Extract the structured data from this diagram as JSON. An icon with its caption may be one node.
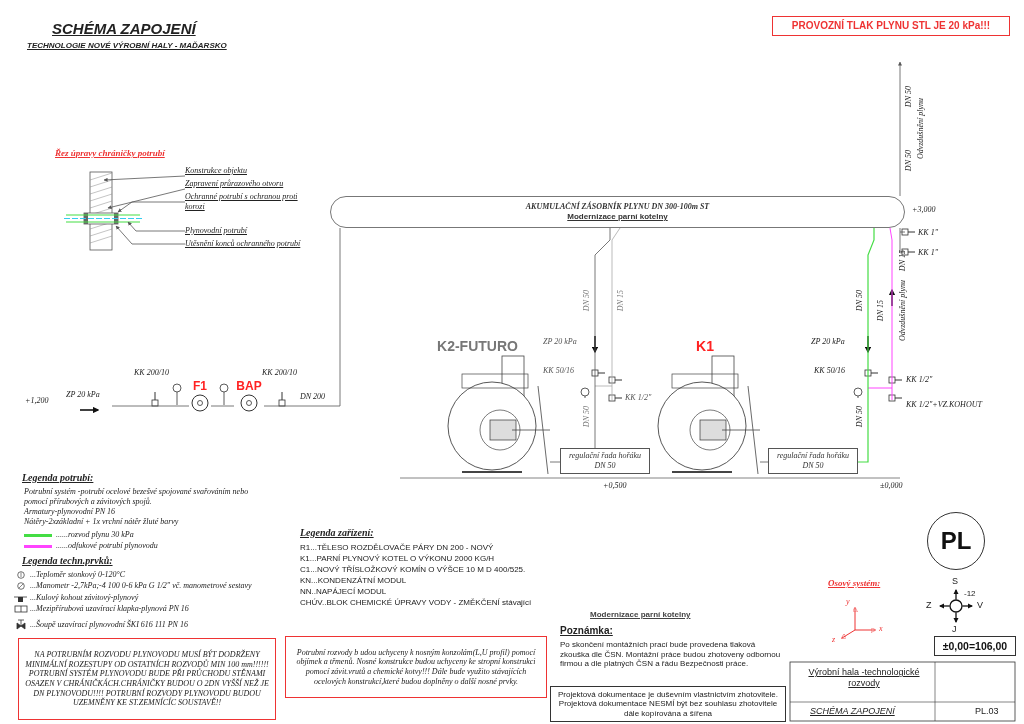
{
  "diagram": {
    "title": "SCHÉMA ZAPOJENÍ",
    "nodes": [
      {
        "text": [
          "PROVOZNÍ TLAK PLYNU STL JE 20 kPa!!!"
        ]
      },
      {
        "text": [
          "Konstrukce objektu"
        ]
      },
      {
        "text": [
          "Zapravení průrazového otvoru"
        ]
      },
      {
        "text": [
          "Ochranné potrubí s ochranou proti korozi"
        ]
      },
      {
        "text": [
          "Plynovodní potrubí"
        ]
      },
      {
        "text": [
          "Utěsnění konců ochranného potrubí"
        ]
      },
      {
        "text": [
          "F1"
        ]
      },
      {
        "text": [
          "BAP"
        ]
      },
      {
        "text": [
          "AKUMULAČNÍ ZÁSOBNÍK PLYNU DN 300-100m ST",
          "Modernizace parní kotelny"
        ]
      },
      {
        "text": [
          "K2-FUTURO"
        ]
      },
      {
        "text": [
          "regulační řada hořáku DN 50"
        ]
      },
      {
        "text": [
          "K1"
        ]
      },
      {
        "text": [
          "regulační řada hořáku DN 50"
        ]
      },
      {
        "text": [
          "PL"
        ]
      },
      {
        "text": [
          "±0,00=106,00"
        ]
      },
      {
        "text": [
          "NA POTRUBNÍM ROZVODU PLYNOVODU MUSÍ BÝT DODRŽENY MINIMÁLNÍ ROZESTUPY OD OSTATNÍCH ROZVODŮ MIN 100 mm!!!!!! POTRUBNÍ SYSTÉM PLYNOVODU BUDE PŘI PRŮCHODU STĚNAMI OSAZEN V CHRÁNIČKÁCH.CHRÁNIČKY BUDOU O 2DN VYŠŠÍ NEŽ JE DN PLYNOVODU!!!! POTRUBNÍ ROZVODY PLYNOVODU BUDOU UZEMNĚNY KE ST.ZEMNÍCÍC SOUSTAVĚ!!"
        ]
      },
      {
        "text": [
          "Potrubní rozvody b udou uchyceny k nosným konzolám(L,U profil) pomocí objímek a třmenů. Nosné konstrukce budou uchyceny ke stropní konstrukci pomocí závit.vrutů a chemické kotvy!!! Dále bude využito stávajících ocelových konstrukcí,které budou doplněny o další nosné prvky."
        ]
      },
      {
        "text": [
          "Projektová dokumentace je duševním vlastnictvím zhotovitele. Projektová dokumentace NESMÍ být bez souhlasu zhotovitele dále kopírována a šířena"
        ]
      }
    ],
    "edges": [
      {
        "from": null,
        "to": 6,
        "arrow": "none"
      },
      {
        "from": 6,
        "to": 7,
        "arrow": "none"
      },
      {
        "from": 7,
        "to": 8,
        "arrow": "none"
      },
      {
        "from": 8,
        "to": 10,
        "arrow": "none"
      },
      {
        "from": 8,
        "to": 12,
        "arrow": "none",
        "color": "#44dd44"
      },
      {
        "from": 10,
        "to": 9,
        "arrow": "none"
      },
      {
        "from": 12,
        "to": 11,
        "arrow": "none"
      },
      {
        "from": 8,
        "to": null,
        "arrow": "to"
      },
      {
        "from": 1,
        "to": null,
        "arrow": "to"
      },
      {
        "from": 2,
        "to": null,
        "arrow": "to"
      },
      {
        "from": 3,
        "to": null,
        "arrow": "to"
      },
      {
        "from": 4,
        "to": null,
        "arrow": "to"
      },
      {
        "from": 5,
        "to": null,
        "arrow": "to"
      }
    ],
    "labels": [
      "TECHNOLOGIE NOVÉ VÝROBNÍ HALY - MAĎARSKO",
      "Řez úpravy chráničky potrubí",
      "+1,200",
      "ZP 20 kPa",
      "KK 200/10",
      "KK 200/10",
      "DN 200",
      "+3,000",
      "DN 50",
      "DN 50",
      "Odvzdušnění plynu",
      "DN 50",
      "DN 15",
      "ZP 20 kPa",
      "KK 50/16",
      "KK 1/2\"",
      "DN 50",
      "+0,500",
      "DN 15",
      "Odvzdušnění plynu",
      "DN 50",
      "DN 15",
      "ZP 20 kPa",
      "KK 50/16",
      "KK 1/2\"",
      "KK 1/2\"+VZ.KOHOUT",
      "KK 1\"",
      "KK 1\"",
      "DN 50",
      "±0,000",
      "Legenda potrubí:",
      "Potrubní systém -potrubí ocelové bezešvé spojované svařováním nebo pomocí přírubových a závitových spojů.",
      "Armatury-plynovodní PN 16",
      "Nátěry-2xzákladní + 1x vrchní nátěr žluté barvy",
      "Legenda techn.prvků:",
      "Legenda zařízení:",
      "R1...TĚLESO ROZDĚLOVAČE PÁRY DN 200 - NOVÝ",
      "K1...PARNÍ PLYNOVÝ KOTEL O VÝKONU 2000 KG/H",
      "C1...NOVÝ TŘÍSLOŽKOVÝ KOMÍN O VÝŠCE 10 M D 400/525.",
      "KN...KONDENZÁTNÍ MODUL",
      "NN..NAPÁJECÍ MODUL",
      "CHÚV..BLOK CHEMICKÉ ÚPRAVY VODY - ZMĚKČENÍ stávající",
      "Modernizace parní kotelny",
      "Osový systém:",
      "y",
      "x",
      "z",
      "S",
      "-12",
      "Z",
      "V",
      "J",
      "Poznámka:",
      "Po skončení montážních prací bude provedena tlaková zkouška dle ČSN. Montážní práce budou zhotoveny odbornou firmou a dle platných ČSN a řádu Bezpečnosti práce.",
      "Výrobní hala -technologické rozvody",
      "SCHÉMA ZAPOJENÍ",
      "PL.03"
    ],
    "legend": [
      {
        "text": "......rozvod plynu 30 kPa",
        "color": "#44dd44"
      },
      {
        "text": "......odfukové potrubí plynovodu",
        "color": "#ff44ff"
      },
      {
        "text": "...Teploměr stonkový 0-120°C"
      },
      {
        "text": "...Manometr -2,7kPa;-4 100 0-6 kPa G 1/2\" vč. manometrové sestavy"
      },
      {
        "text": "...Kulový kohout závitový-plynový"
      },
      {
        "text": "...Mezipřírubová uzavírací klapka-plynová PN 16"
      },
      {
        "text": "...Šoupě uzavírací plynovodní ŠKI 616 111 PN 16"
      }
    ]
  }
}
